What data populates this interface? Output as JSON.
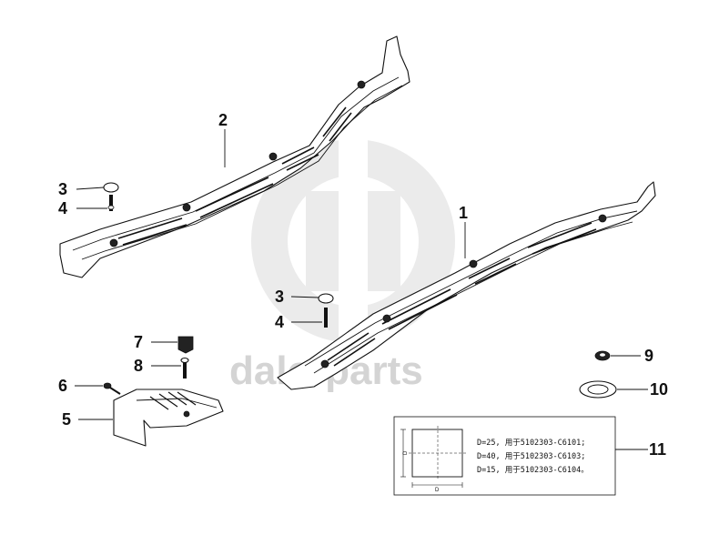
{
  "diagram": {
    "watermark": "dalo-parts",
    "callouts": [
      "1",
      "2",
      "3",
      "4",
      "5",
      "6",
      "7",
      "8",
      "9",
      "10",
      "11",
      "3",
      "4"
    ],
    "note": {
      "lines": [
        "D=25, 用于5102303-C6101;",
        "D=40, 用于5102303-C6103;",
        "D=15, 用于5102303-C6104。"
      ],
      "dim_label_vertical": "D",
      "dim_label_horizontal": "D"
    },
    "colors": {
      "line": "#111111",
      "watermark": "#d4d4d4",
      "background": "#ffffff"
    }
  }
}
